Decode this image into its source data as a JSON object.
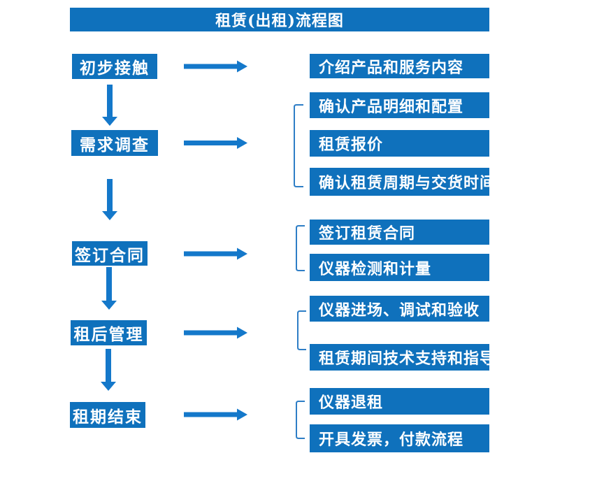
{
  "title": "租赁(出租)流程图",
  "colors": {
    "box_fill": "#0F71BC",
    "arrow": "#1478CA",
    "bracket": "#2E7EC6",
    "text": "#FFFFFF",
    "background": "#FFFFFF"
  },
  "steps": [
    {
      "label": "初步接触",
      "details": [
        "介绍产品和服务内容"
      ]
    },
    {
      "label": "需求调查",
      "details": [
        "确认产品明细和配置",
        "租赁报价",
        "确认租赁周期与交货时间"
      ]
    },
    {
      "label": "签订合同",
      "details": [
        "签订租赁合同",
        "仪器检测和计量"
      ]
    },
    {
      "label": "租后管理",
      "details": [
        "仪器进场、调试和验收",
        "租赁期间技术支持和指导"
      ]
    },
    {
      "label": "租期结束",
      "details": [
        "仪器退租",
        "开具发票，付款流程"
      ]
    }
  ]
}
